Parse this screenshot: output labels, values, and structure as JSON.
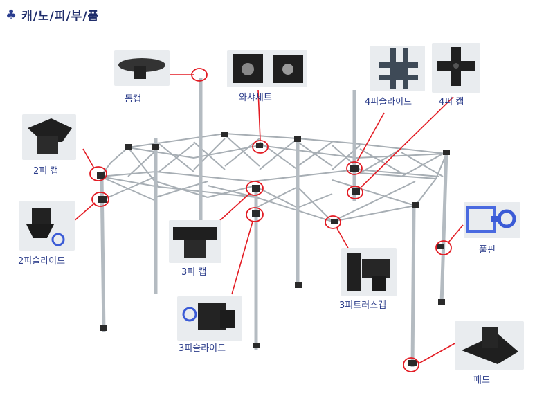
{
  "title": {
    "icon": "club-suit-icon",
    "symbol": "♣",
    "text": "캐/노/피/부/품"
  },
  "parts": {
    "dome_cap": "돔캡",
    "washer_set": "와샤세트",
    "four_slide": "4피슬라이드",
    "four_cap": "4피 캡",
    "two_cap": "2피 캡",
    "two_slide": "2피슬라이드",
    "three_cap": "3피 캡",
    "three_slide": "3피슬라이드",
    "three_truss_cap": "3피트러스캡",
    "pull_pin": "풀핀",
    "pad": "패드"
  },
  "colors": {
    "callout": "#e31b23",
    "label": "#2b3c8a",
    "frame": "#9aa3aa",
    "part": "#1c1c1c"
  }
}
